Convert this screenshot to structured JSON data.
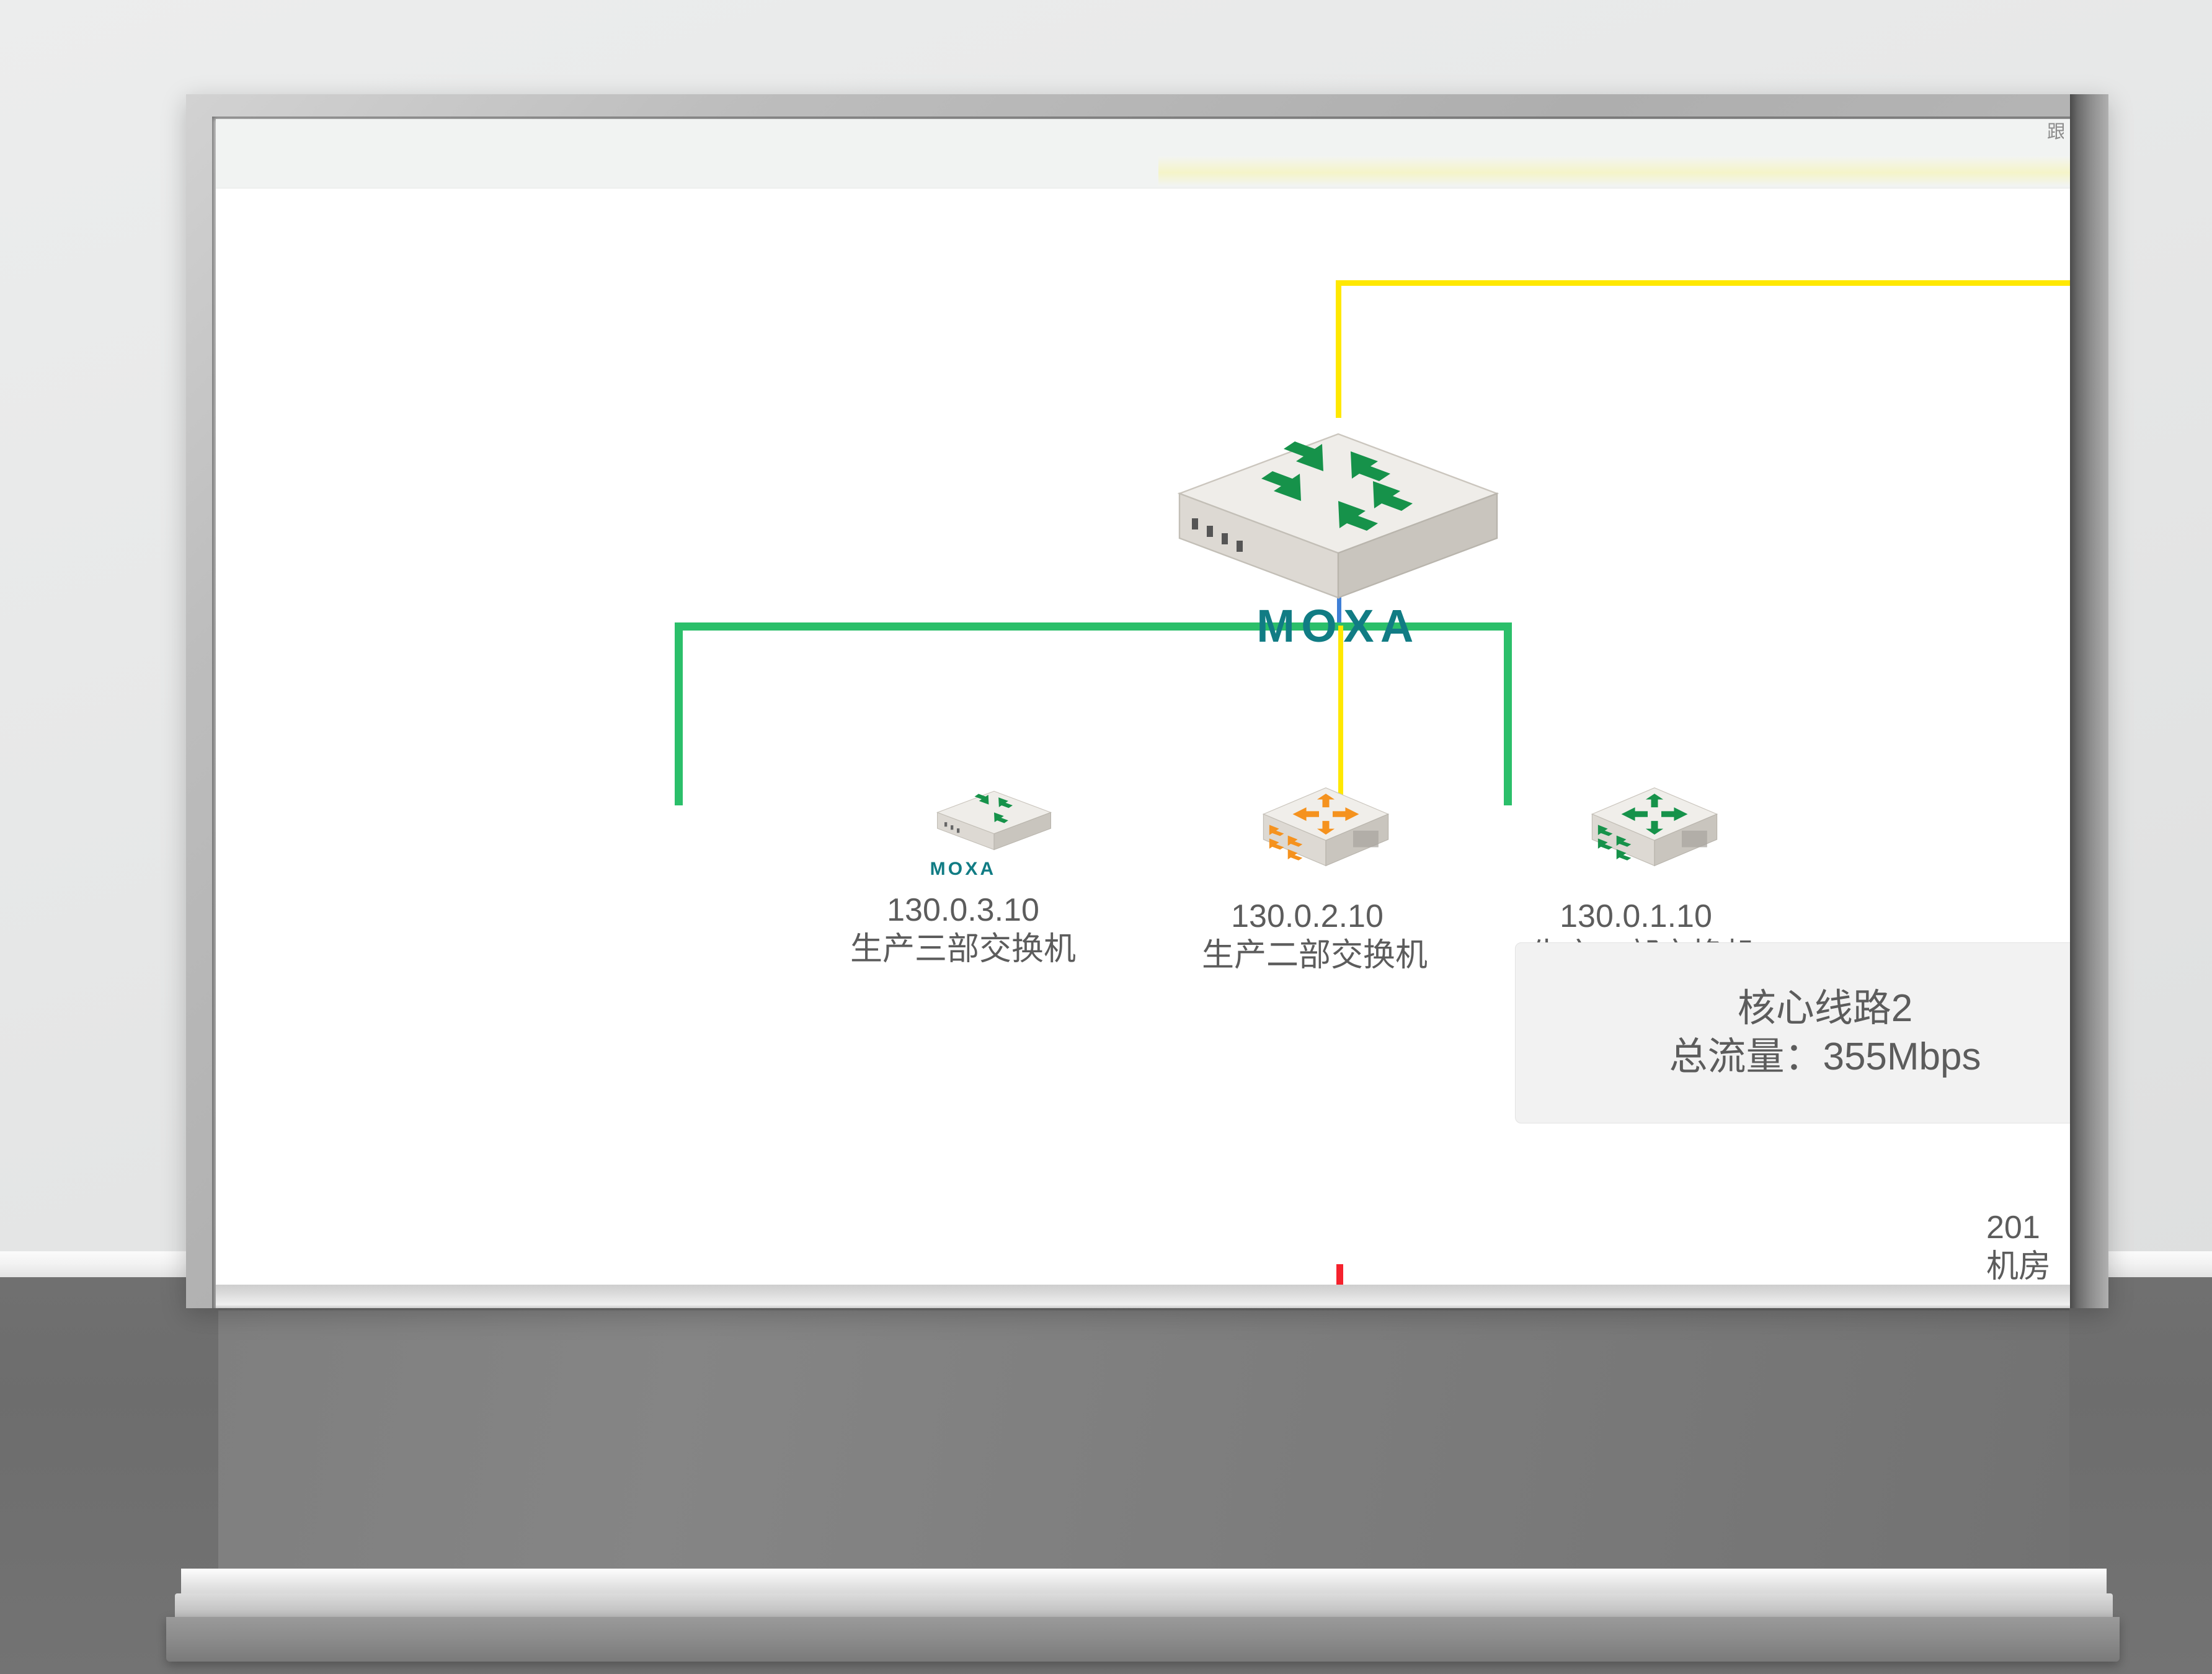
{
  "scene": {
    "device": "desktop-monitor",
    "wall_color": "#e7e8e8",
    "floor_color": "#707070",
    "bezel_color": "#b5b5b5"
  },
  "app": {
    "header": {
      "right_glyph": "跟"
    },
    "topology": {
      "title_hidden": true,
      "nodes": [
        {
          "id": "core",
          "icon": "switch-icon",
          "icon_color": "#1f9c4a",
          "brand": "MOXA",
          "brand_color": "#117c84",
          "ip": "",
          "label": ""
        },
        {
          "id": "sw3",
          "icon": "switch-icon",
          "icon_color": "#1f9c4a",
          "brand": "MOXA",
          "brand_color": "#117c84",
          "ip": "130.0.3.10",
          "label": "生产三部交换机"
        },
        {
          "id": "rtr2",
          "icon": "router-icon",
          "icon_color": "#f5921e",
          "brand": "",
          "brand_color": "",
          "ip": "130.0.2.10",
          "label": "生产二部交换机"
        },
        {
          "id": "sw1",
          "icon": "router-icon",
          "icon_color": "#1f9c4a",
          "brand": "",
          "brand_color": "",
          "ip": "130.0.1.10",
          "label": "生产一部交换机"
        }
      ],
      "links": [
        {
          "id": "uplink-trunk",
          "color": "#ffe800",
          "status": "warning"
        },
        {
          "id": "core-downlink",
          "color": "#3f7fd6",
          "status": "info"
        },
        {
          "id": "dist-bus",
          "color": "#2bbf6a",
          "status": "ok"
        },
        {
          "id": "rtr2-uplink",
          "color": "#ffe800",
          "status": "warning"
        },
        {
          "id": "rtr2-downlink",
          "color": "#f5222d",
          "status": "alarm"
        },
        {
          "id": "edge-left",
          "color": "#f5222d",
          "status": "alarm"
        },
        {
          "id": "edge-right",
          "color": "#2bbf6a",
          "status": "ok"
        }
      ],
      "callout": {
        "title": "核心线路2",
        "metric": "总流量：355Mbps"
      },
      "edge_label": {
        "line1": "201",
        "line2": "机房"
      }
    }
  }
}
